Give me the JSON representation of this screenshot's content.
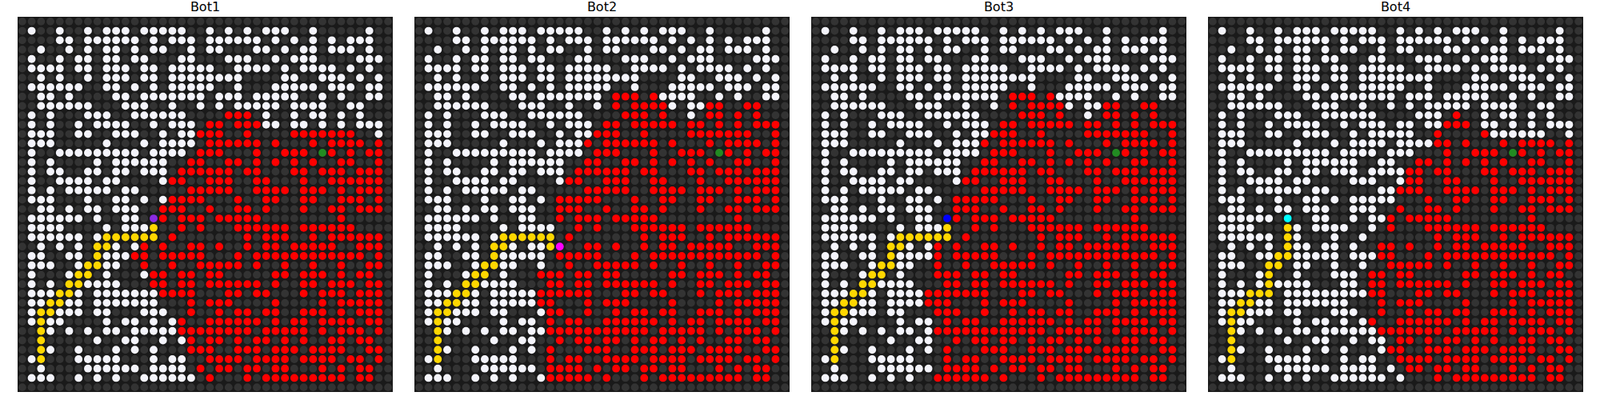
{
  "diagram": {
    "nodes": [
      {
        "text": [
          "Bot1"
        ]
      },
      {
        "text": [
          "Bot2"
        ]
      },
      {
        "text": [
          "Bot3"
        ]
      },
      {
        "text": [
          "Bot4"
        ]
      }
    ]
  }
}
